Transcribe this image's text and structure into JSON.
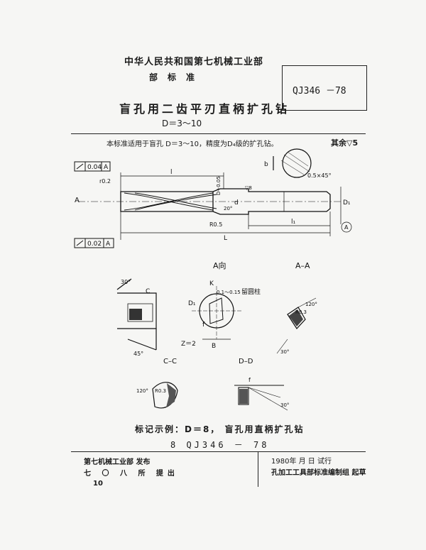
{
  "header": {
    "ministry": "中华人民共和国第七机械工业部",
    "standard_type": "部标准",
    "standard_number": "QJ346 －78"
  },
  "title": {
    "main": "盲孔用二齿平刃直柄扩孔钻",
    "range": "D＝3～10"
  },
  "scope_text": "本标准适用于盲孔 D＝3～10，精度为D₄级的扩孔钻。",
  "surface_finish": "其余▽5",
  "drawing": {
    "tolerance_frame_1": "0.04",
    "tolerance_frame_2": "0.02",
    "datum": "A",
    "dim_l": "l",
    "dim_L": "L",
    "dim_l1": "l₁",
    "dim_d": "d",
    "dim_d1": "D₁",
    "dim_d_tol": "D+0.05",
    "radius_r02": "r0.2",
    "radius_r05": "R0.5",
    "angle_20": "20°",
    "surface_8": "▽8",
    "chamfer": "0.5×45°",
    "section_A": "A",
    "key_b": "b",
    "view_A_title": "A向",
    "view_AA_title": "A–A",
    "view_CC_title": "C–C",
    "view_DD_title": "D–D",
    "angle_30": "30°",
    "angle_45": "45°",
    "angle_120": "120°",
    "label_Z": "Z＝2",
    "label_K": "K",
    "label_tol_015": "0.1～0.15",
    "label_leading": "留圆柱",
    "label_R03": "R0.3",
    "label_B": "B",
    "label_f": "f",
    "label_D1": "D₁",
    "label_C": "C"
  },
  "marking_example": {
    "line1": "标记示例：D＝8，  盲孔用直柄扩孔钻",
    "line2": "8   QJ346 － 78"
  },
  "footer": {
    "issuer_line1": "第七机械工业部  发布",
    "issuer_line2": "七 〇 八 所  提出",
    "date_line": "1980年  月  日  试行",
    "drafter": "孔加工工具部标准编制组  起草",
    "page_number": "10"
  }
}
